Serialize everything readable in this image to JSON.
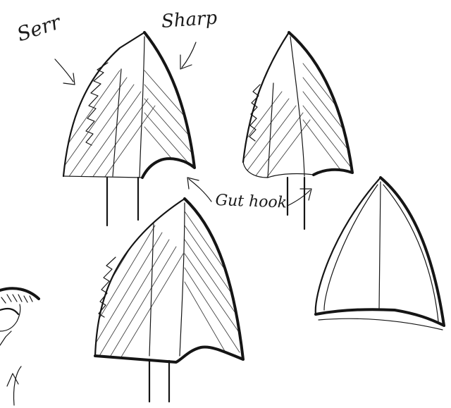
{
  "sketch": {
    "labels": {
      "serration": "Serr",
      "sharp": "Sharp",
      "gut_hook": "Gut hook"
    },
    "ink_color": "#151515",
    "paper_color": "#ffffff"
  }
}
